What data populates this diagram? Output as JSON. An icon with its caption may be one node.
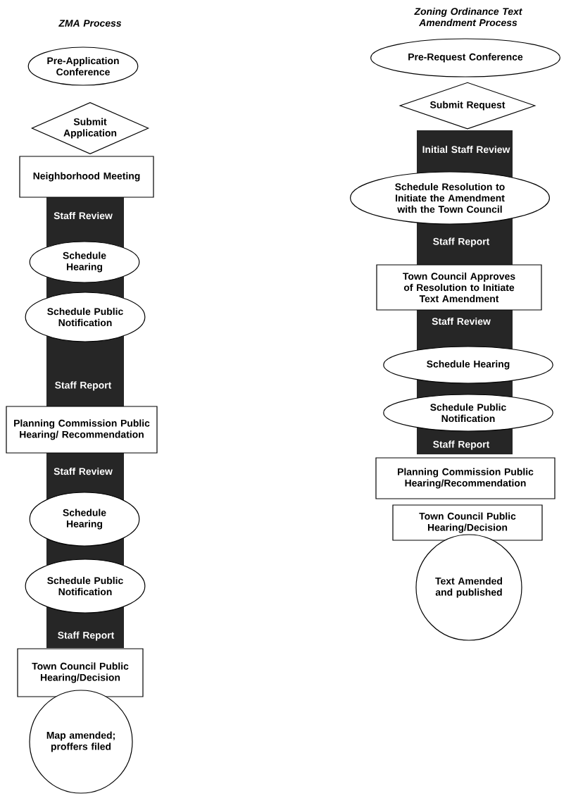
{
  "diagram": {
    "nodes": [
      {
        "text": [
          "Pre-Application Conference"
        ]
      },
      {
        "text": [
          "Submit Application"
        ]
      },
      {
        "text": [
          "Neighborhood Meeting"
        ]
      },
      {
        "text": [
          "Schedule Hearing"
        ]
      },
      {
        "text": [
          "Schedule Public Notification"
        ]
      },
      {
        "text": [
          "Planning Commission Public Hearing/ Recommendation"
        ]
      },
      {
        "text": [
          "Schedule Hearing"
        ]
      },
      {
        "text": [
          "Schedule Public Notification"
        ]
      },
      {
        "text": [
          "Town Council Public Hearing/Decision"
        ]
      },
      {
        "text": [
          "Map amended; proffers filed"
        ]
      },
      {
        "text": [
          "Pre-Request Conference"
        ]
      },
      {
        "text": [
          "Submit Request"
        ]
      },
      {
        "text": [
          "Schedule Resolution to Initiate the Amendment with the Town Council"
        ]
      },
      {
        "text": [
          "Town Council Approves of Resolution to Initiate Text Amendment"
        ]
      },
      {
        "text": [
          "Schedule Hearing"
        ]
      },
      {
        "text": [
          "Schedule Public Notification"
        ]
      },
      {
        "text": [
          "Planning Commission Public Hearing/Recommendation"
        ]
      },
      {
        "text": [
          "Town Council Public Hearing/Decision"
        ]
      },
      {
        "text": [
          "Text Amended and published"
        ]
      }
    ],
    "labels": [
      "ZMA Process",
      "Zoning Ordinance Text Amendment Process",
      "Staff Review",
      "Staff Report",
      "Staff Review",
      "Staff Report",
      "Initial Staff Review",
      "Staff Report",
      "Staff Review",
      "Staff Report"
    ]
  }
}
